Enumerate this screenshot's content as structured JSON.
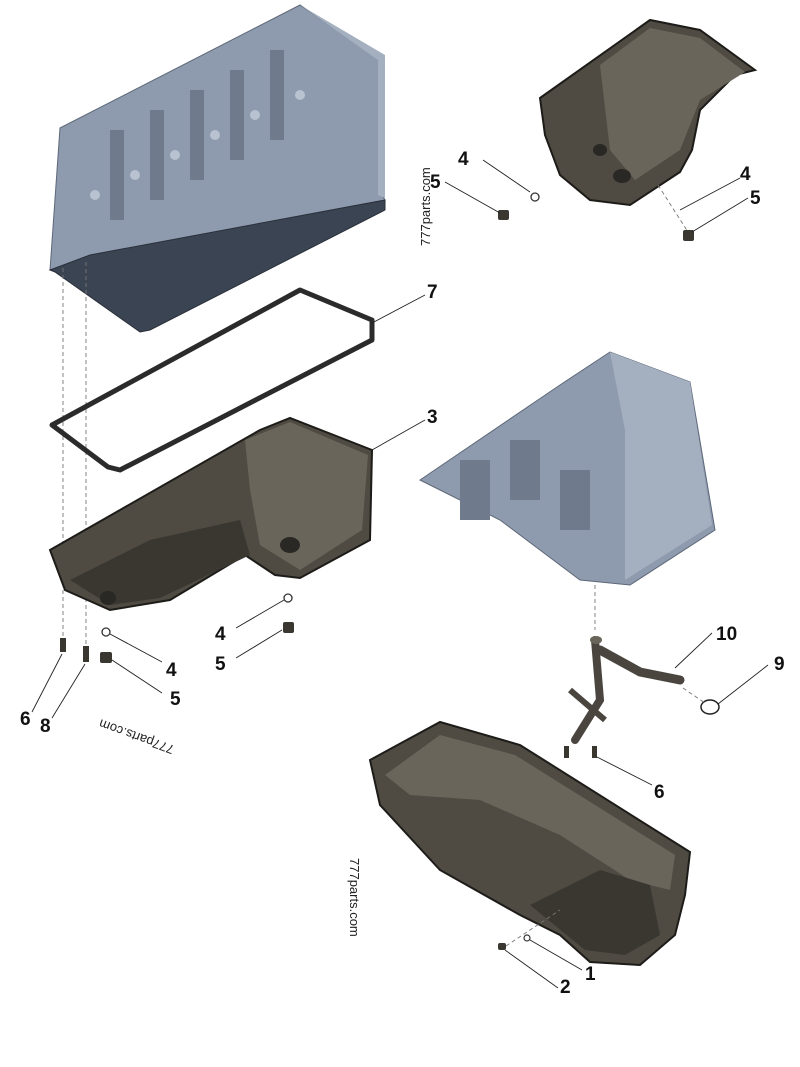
{
  "diagram": {
    "callouts": {
      "c1": "1",
      "c2": "2",
      "c3": "3",
      "c4a": "4",
      "c4b": "4",
      "c4c": "4",
      "c4d": "4",
      "c5a": "5",
      "c5b": "5",
      "c5c": "5",
      "c5d": "5",
      "c6a": "6",
      "c6b": "6",
      "c7": "7",
      "c8": "8",
      "c9": "9",
      "c10": "10"
    },
    "watermarks": {
      "w1": "777parts.com",
      "w2": "777parts.com",
      "w3": "777parts.com"
    },
    "colors": {
      "engine_block": "#8e9bae",
      "engine_block_dark": "#3b4452",
      "oil_pan": "#4f4b43",
      "oil_pan_dark": "#2a2824",
      "gasket": "#2b2b2b"
    }
  }
}
